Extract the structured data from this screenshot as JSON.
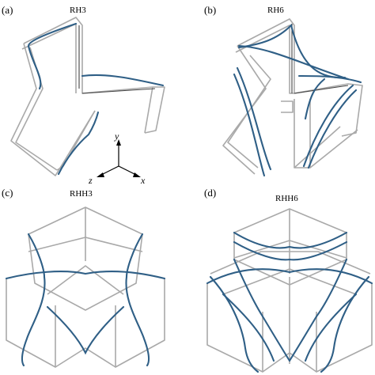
{
  "panels": [
    {
      "letter": "(a)",
      "title": "RH3"
    },
    {
      "letter": "(b)",
      "title": "RH6"
    },
    {
      "letter": "(c)",
      "title": "RHH3"
    },
    {
      "letter": "(d)",
      "title": "RHH6"
    }
  ],
  "axes": {
    "x": "x",
    "y": "y",
    "z": "z"
  },
  "colors": {
    "frame": "#a9a9a9",
    "curve": "#2f5f86"
  }
}
